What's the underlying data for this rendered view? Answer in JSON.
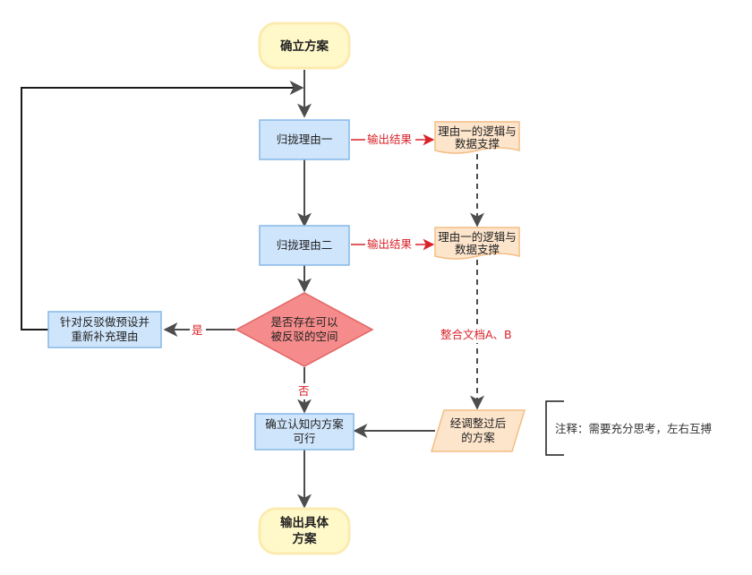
{
  "nodes": {
    "start": "确立方案",
    "reason1": "归拢理由一",
    "reason2": "归拢理由二",
    "doc1": [
      "理由一的逻辑与",
      "数据支撑"
    ],
    "doc2": [
      "理由一的逻辑与",
      "数据支撑"
    ],
    "decision": [
      "是否存在可以",
      "被反驳的空间"
    ],
    "rebut": [
      "针对反驳做预设并",
      "重新补充理由"
    ],
    "confirm": [
      "确立认知内方案",
      "可行"
    ],
    "adjusted": [
      "经调整过后",
      "的方案"
    ],
    "end": [
      "输出具体",
      "方案"
    ]
  },
  "edges": {
    "output1": "输出结果",
    "output2": "输出结果",
    "yes": "是",
    "no": "否",
    "merge": "整合文档A、B"
  },
  "note": "注释：需要充分思考，左右互搏",
  "colors": {
    "terminal_fill": "#fff9c9",
    "terminal_stroke": "#fcebb0",
    "process_fill": "#cfe5fb",
    "process_stroke": "#86b8e8",
    "doc_fill": "#fde5cc",
    "doc_stroke": "#f3bd84",
    "decision_fill": "#f58b8b",
    "decision_stroke": "#e06666",
    "edge": "#4d4d4d",
    "label": "#d8232a"
  }
}
